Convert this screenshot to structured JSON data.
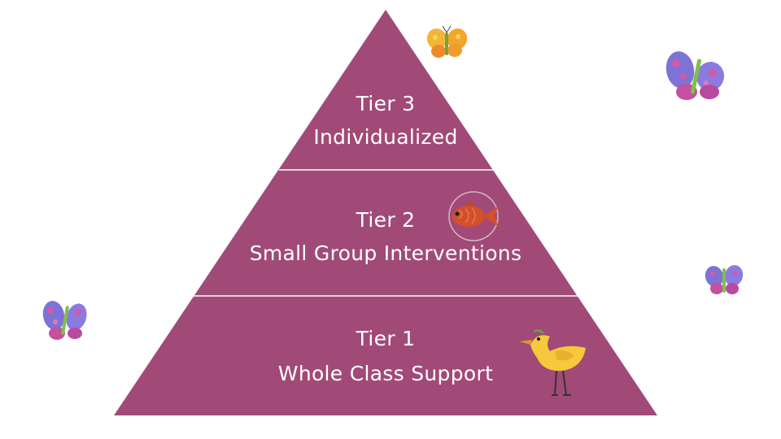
{
  "colors": {
    "pyramid_fill": "#a14a77",
    "divider": "#ffffff",
    "label_text": "#ffffff",
    "background": "#ffffff"
  },
  "pyramid": {
    "tiers": [
      {
        "level": 3,
        "title": "Tier 3",
        "subtitle": "Individualized"
      },
      {
        "level": 2,
        "title": "Tier 2",
        "subtitle": "Small Group Interventions"
      },
      {
        "level": 1,
        "title": "Tier 1",
        "subtitle": "Whole Class Support"
      }
    ]
  },
  "decorations": {
    "icons": [
      "butterfly-orange-icon",
      "butterfly-purple-icon",
      "goldfish-icon",
      "duck-icon"
    ]
  }
}
